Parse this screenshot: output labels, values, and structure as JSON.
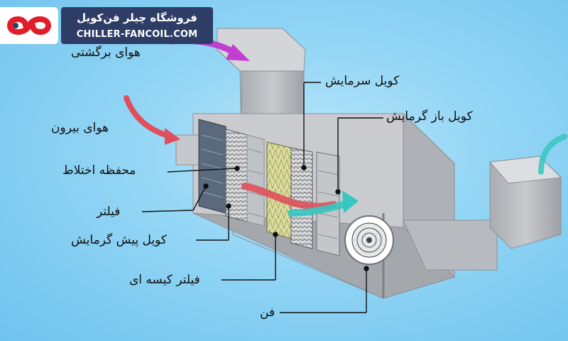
{
  "brand": {
    "name_fa": "فروشگاه چیلر فن‌کویل",
    "site": "CHILLER-FANCOIL.COM",
    "logo_icon": "brand-logo-icon",
    "colors": {
      "logo": "#e11d2a",
      "banner": "#2e3d66"
    }
  },
  "labels": {
    "return_air": "هوای برگشتی",
    "outside_air": "هوای بیرون",
    "mixing_chamber": "محفظه اختلاط",
    "filter": "فیلتر",
    "preheat_coil": "کویل پیش گرمایش",
    "bag_filter": "فیلتر کیسه ای",
    "fan": "فن",
    "cooling_coil": "کویل سرمایش",
    "reheat_coil": "کویل باز گرمایش"
  },
  "colors": {
    "return_air_arrow": "#c03fd0",
    "outside_air_arrow": "#e0505a",
    "supply_arrow": "#37c7c0",
    "casing": "#b9bcc1"
  }
}
